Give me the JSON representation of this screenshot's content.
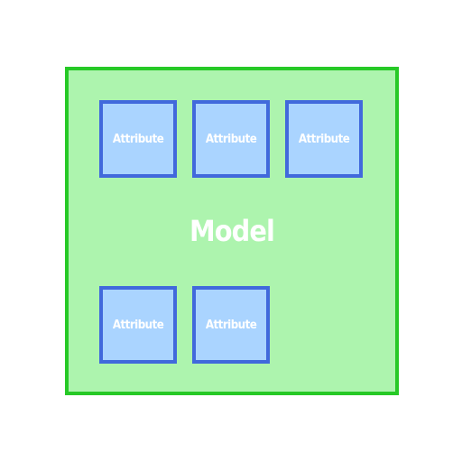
{
  "model": {
    "label": "Model",
    "fill_color": "#adf4ae",
    "border_color": "#26c926"
  },
  "attribute_style": {
    "fill_color": "#aad4ff",
    "border_color": "#4169dc"
  },
  "attributes": [
    {
      "label": "Attribute"
    },
    {
      "label": "Attribute"
    },
    {
      "label": "Attribute"
    },
    {
      "label": "Attribute"
    },
    {
      "label": "Attribute"
    }
  ]
}
